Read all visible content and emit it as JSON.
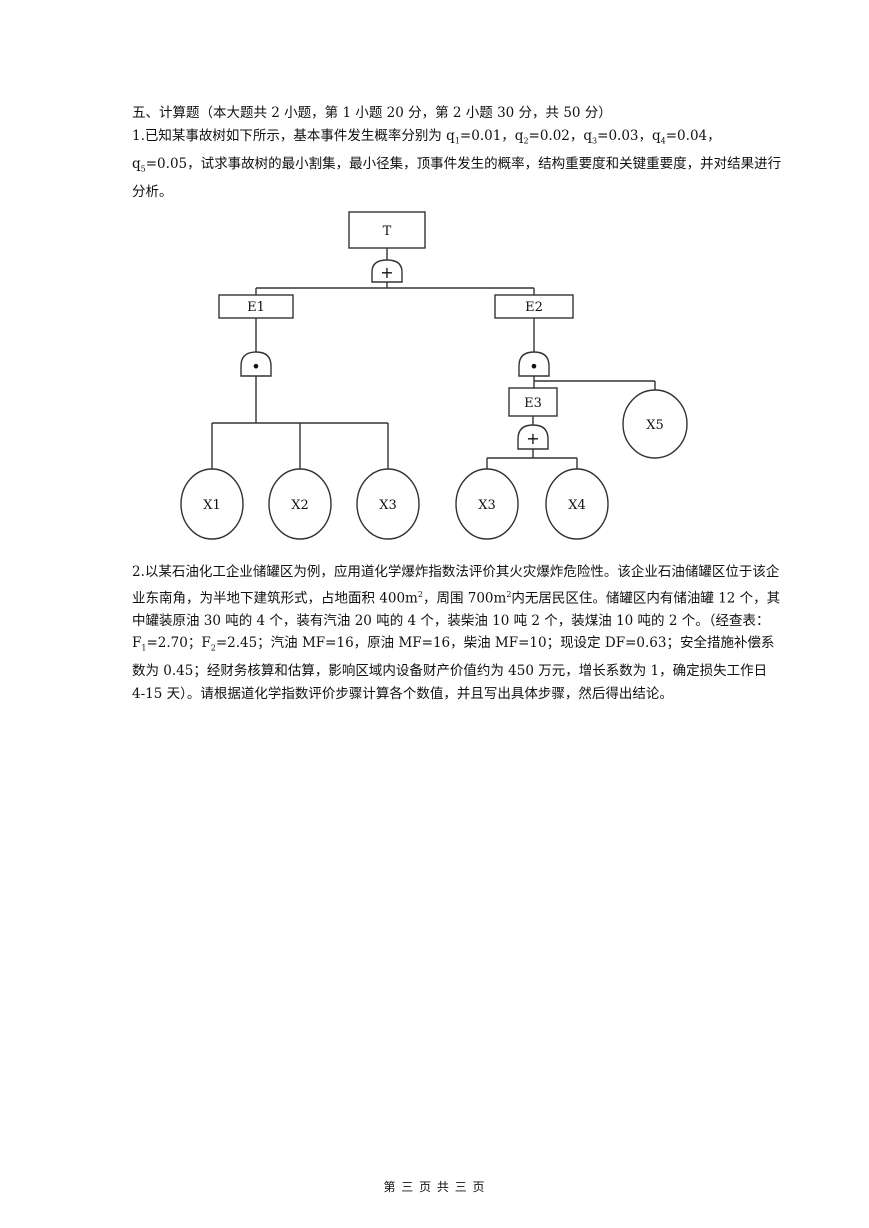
{
  "section": {
    "heading": "五、计算题（本大题共 2 小题，第 1 小题 20 分，第 2 小题 30 分，共 50 分）"
  },
  "question1": {
    "part1": "1.已知某事故树如下所示，基本事件发生概率分别为 q",
    "q1_sub": "1",
    "part2": "=0.01，q",
    "q2_sub": "2",
    "part3": "=0.02，q",
    "q3_sub": "3",
    "part4": "=0.03，q",
    "q4_sub": "4",
    "part5": "=0.04，q",
    "q5_sub": "5",
    "part6": "=0.05，试求事故树的最小割集，最小径集，顶事件发生的概率，结构重要度和关键重要度，并对结果进行分析。"
  },
  "fault_tree": {
    "top": "T",
    "or_symbol": "+",
    "and_symbol": "•",
    "e1": "E1",
    "e2": "E2",
    "e3": "E3",
    "x1": "X1",
    "x2": "X2",
    "x3a": "X3",
    "x3b": "X3",
    "x4": "X4",
    "x5": "X5"
  },
  "question2": {
    "part1": "2.以某石油化工企业储罐区为例，应用道化学爆炸指数法评价其火灾爆炸危险性。该企业石油储罐区位于该企业东南角，为半地下建筑形式，占地面积 400m",
    "sup1": "2",
    "part2": "，周围 700m",
    "sup2": "2",
    "part3": "内无居民区住。储罐区内有储油罐 12 个，其中罐装原油 30 吨的 4 个，装有汽油 20 吨的 4 个，装柴油 10 吨 2 个，装煤油 10 吨的 2 个。（经查表：F",
    "f1_sub": "1",
    "part4": "=2.70；F",
    "f2_sub": "2",
    "part5": "=2.45；汽油 MF=16，原油 MF=16，柴油 MF=10；现设定 DF=0.63；安全措施补偿系数为 0.45；经财务核算和估算，影响区域内设备财产价值约为 450 万元，增长系数为 1，确定损失工作日 4-15 天）。请根据道化学指数评价步骤计算各个数值，并且写出具体步骤，然后得出结论。"
  },
  "footer": {
    "page": "第 三 页 共 三 页"
  }
}
